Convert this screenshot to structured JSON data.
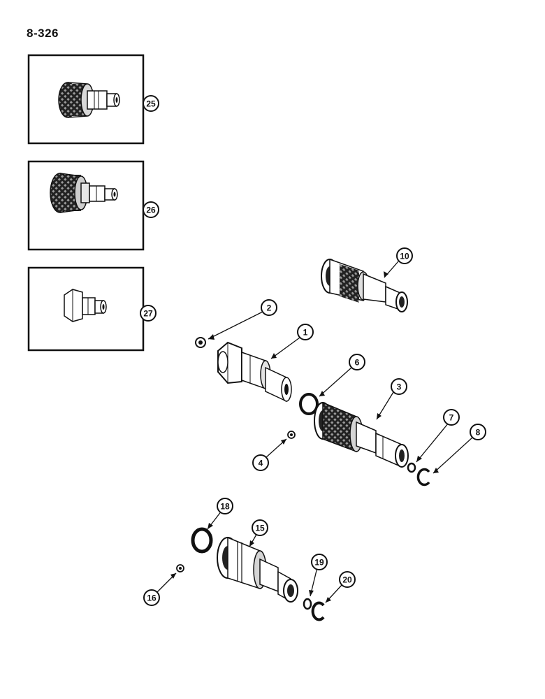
{
  "page": {
    "number": "8-326"
  },
  "callouts": {
    "c25": "25",
    "c26": "26",
    "c27": "27",
    "c10": "10",
    "c2": "2",
    "c1": "1",
    "c6": "6",
    "c3": "3",
    "c7": "7",
    "c8": "8",
    "c4": "4",
    "c18": "18",
    "c15": "15",
    "c16": "16",
    "c19": "19",
    "c20": "20"
  }
}
